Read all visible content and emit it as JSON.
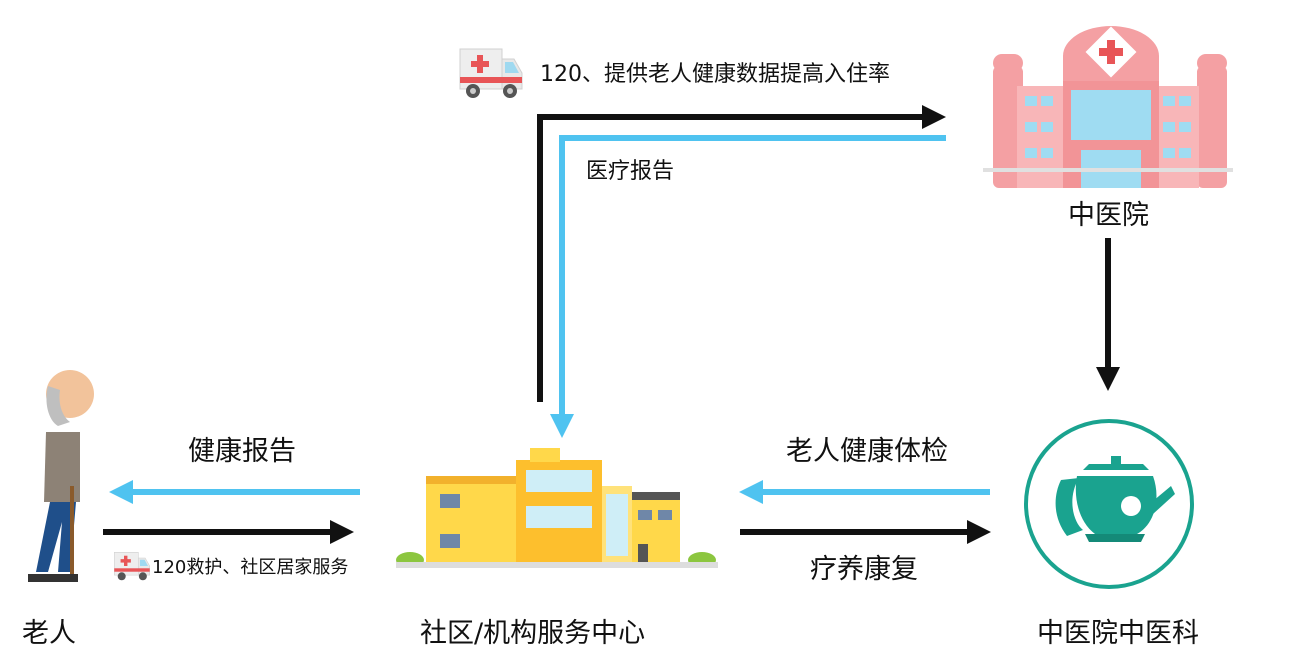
{
  "nodes": {
    "elderly": "老人",
    "community_center": "社区/机构服务中心",
    "hospital": "中医院",
    "tcm_department": "中医院中医科"
  },
  "edges": {
    "to_hospital": "120、提供老人健康数据提高入住率",
    "medical_report": "医疗报告",
    "health_report": "健康报告",
    "rescue_home_service": "120救护、社区居家服务",
    "elderly_checkup": "老人健康体检",
    "rehab": "疗养康复"
  },
  "colors": {
    "black_arrow": "#111111",
    "blue_arrow": "#4fc3f0",
    "teal": "#1aa38f",
    "hospital_pink": "#f4a0a3"
  },
  "icons": [
    "ambulance-icon",
    "hospital-icon",
    "elderly-person-icon",
    "community-buildings-icon",
    "teapot-icon"
  ]
}
